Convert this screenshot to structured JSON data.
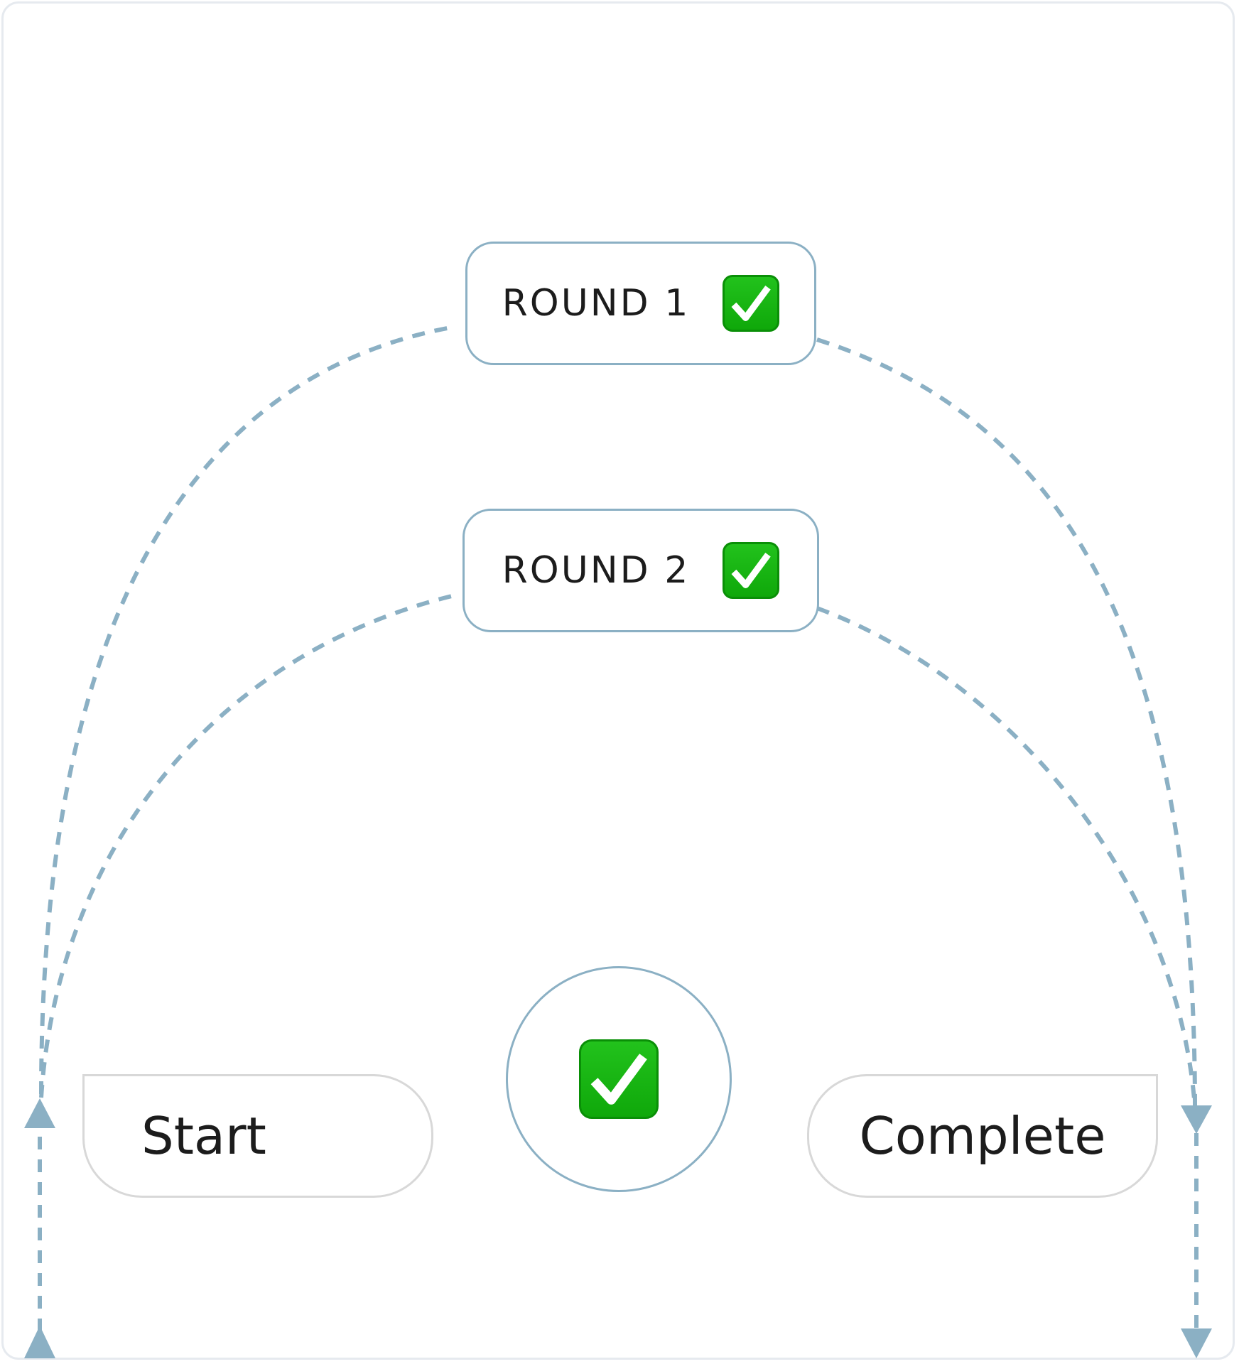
{
  "nodes": {
    "round1": {
      "label": "ROUND 1",
      "icon": "check-mark-icon"
    },
    "round2": {
      "label": "ROUND 2",
      "icon": "check-mark-icon"
    },
    "start": {
      "label": "Start"
    },
    "complete": {
      "label": "Complete"
    },
    "center": {
      "icon": "check-mark-icon"
    }
  },
  "colors": {
    "connector": "#8bb0c4",
    "node_border": "#8bb0c4",
    "pill_border": "#d8d8d8",
    "check_green": "#16b512",
    "text": "#1c1c1c"
  }
}
